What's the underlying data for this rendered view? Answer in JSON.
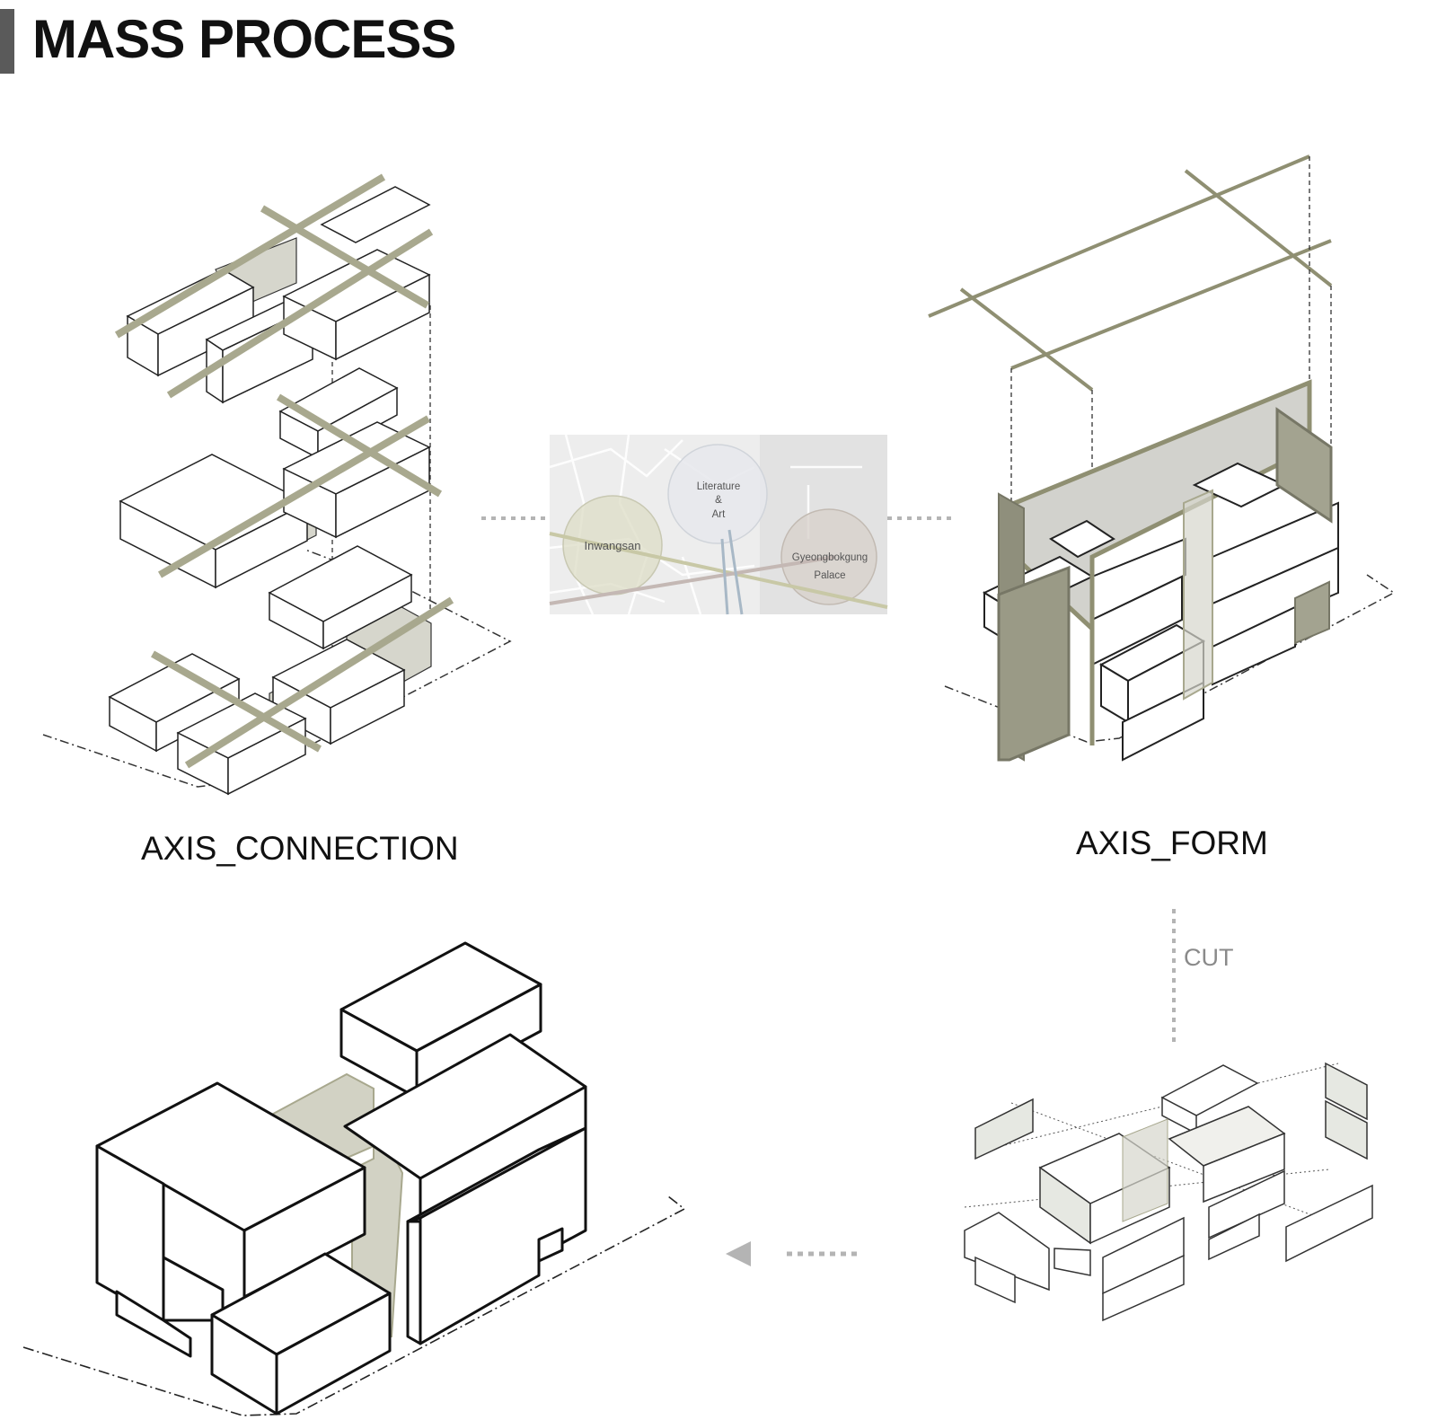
{
  "title": "MASS PROCESS",
  "steps": {
    "axis_connection": "AXIS_CONNECTION",
    "axis_form": "AXIS_FORM",
    "cut": "CUT"
  },
  "map": {
    "landmarks": [
      {
        "name_lines": [
          "Inwangsan"
        ]
      },
      {
        "name_lines": [
          "Literature",
          "&",
          "Art"
        ]
      },
      {
        "name_lines": [
          "Gyeongbokgung",
          "Palace"
        ]
      }
    ]
  },
  "colors": {
    "axis_olive": "#a8a88e",
    "panel_grey": "#8f8f7c",
    "fill_light": "#d6d6cc",
    "wall_grey": "#d2d2cd",
    "arrow_grey": "#b4b4b4",
    "map_bg": "#ededed"
  }
}
